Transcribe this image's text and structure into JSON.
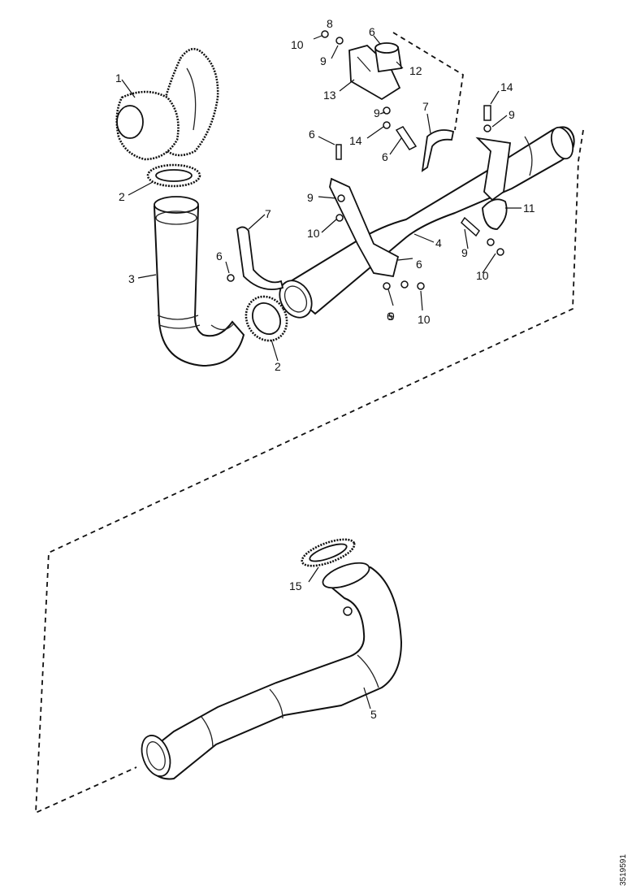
{
  "figure_code": "3519591",
  "callouts": {
    "c1": "1",
    "c2a": "2",
    "c2b": "2",
    "c3": "3",
    "c4": "4",
    "c5": "5",
    "c6a": "6",
    "c6b": "6",
    "c6c": "6",
    "c6d": "6",
    "c6e": "6",
    "c6f": "6",
    "c7a": "7",
    "c7b": "7",
    "c8": "8",
    "c9a": "9",
    "c9b": "9",
    "c9c": "9",
    "c9d": "9",
    "c9e": "9",
    "c9f": "9",
    "c10a": "10",
    "c10b": "10",
    "c10c": "10",
    "c10d": "10",
    "c11": "11",
    "c12": "12",
    "c13": "13",
    "c14a": "14",
    "c14b": "14",
    "c15": "15"
  }
}
